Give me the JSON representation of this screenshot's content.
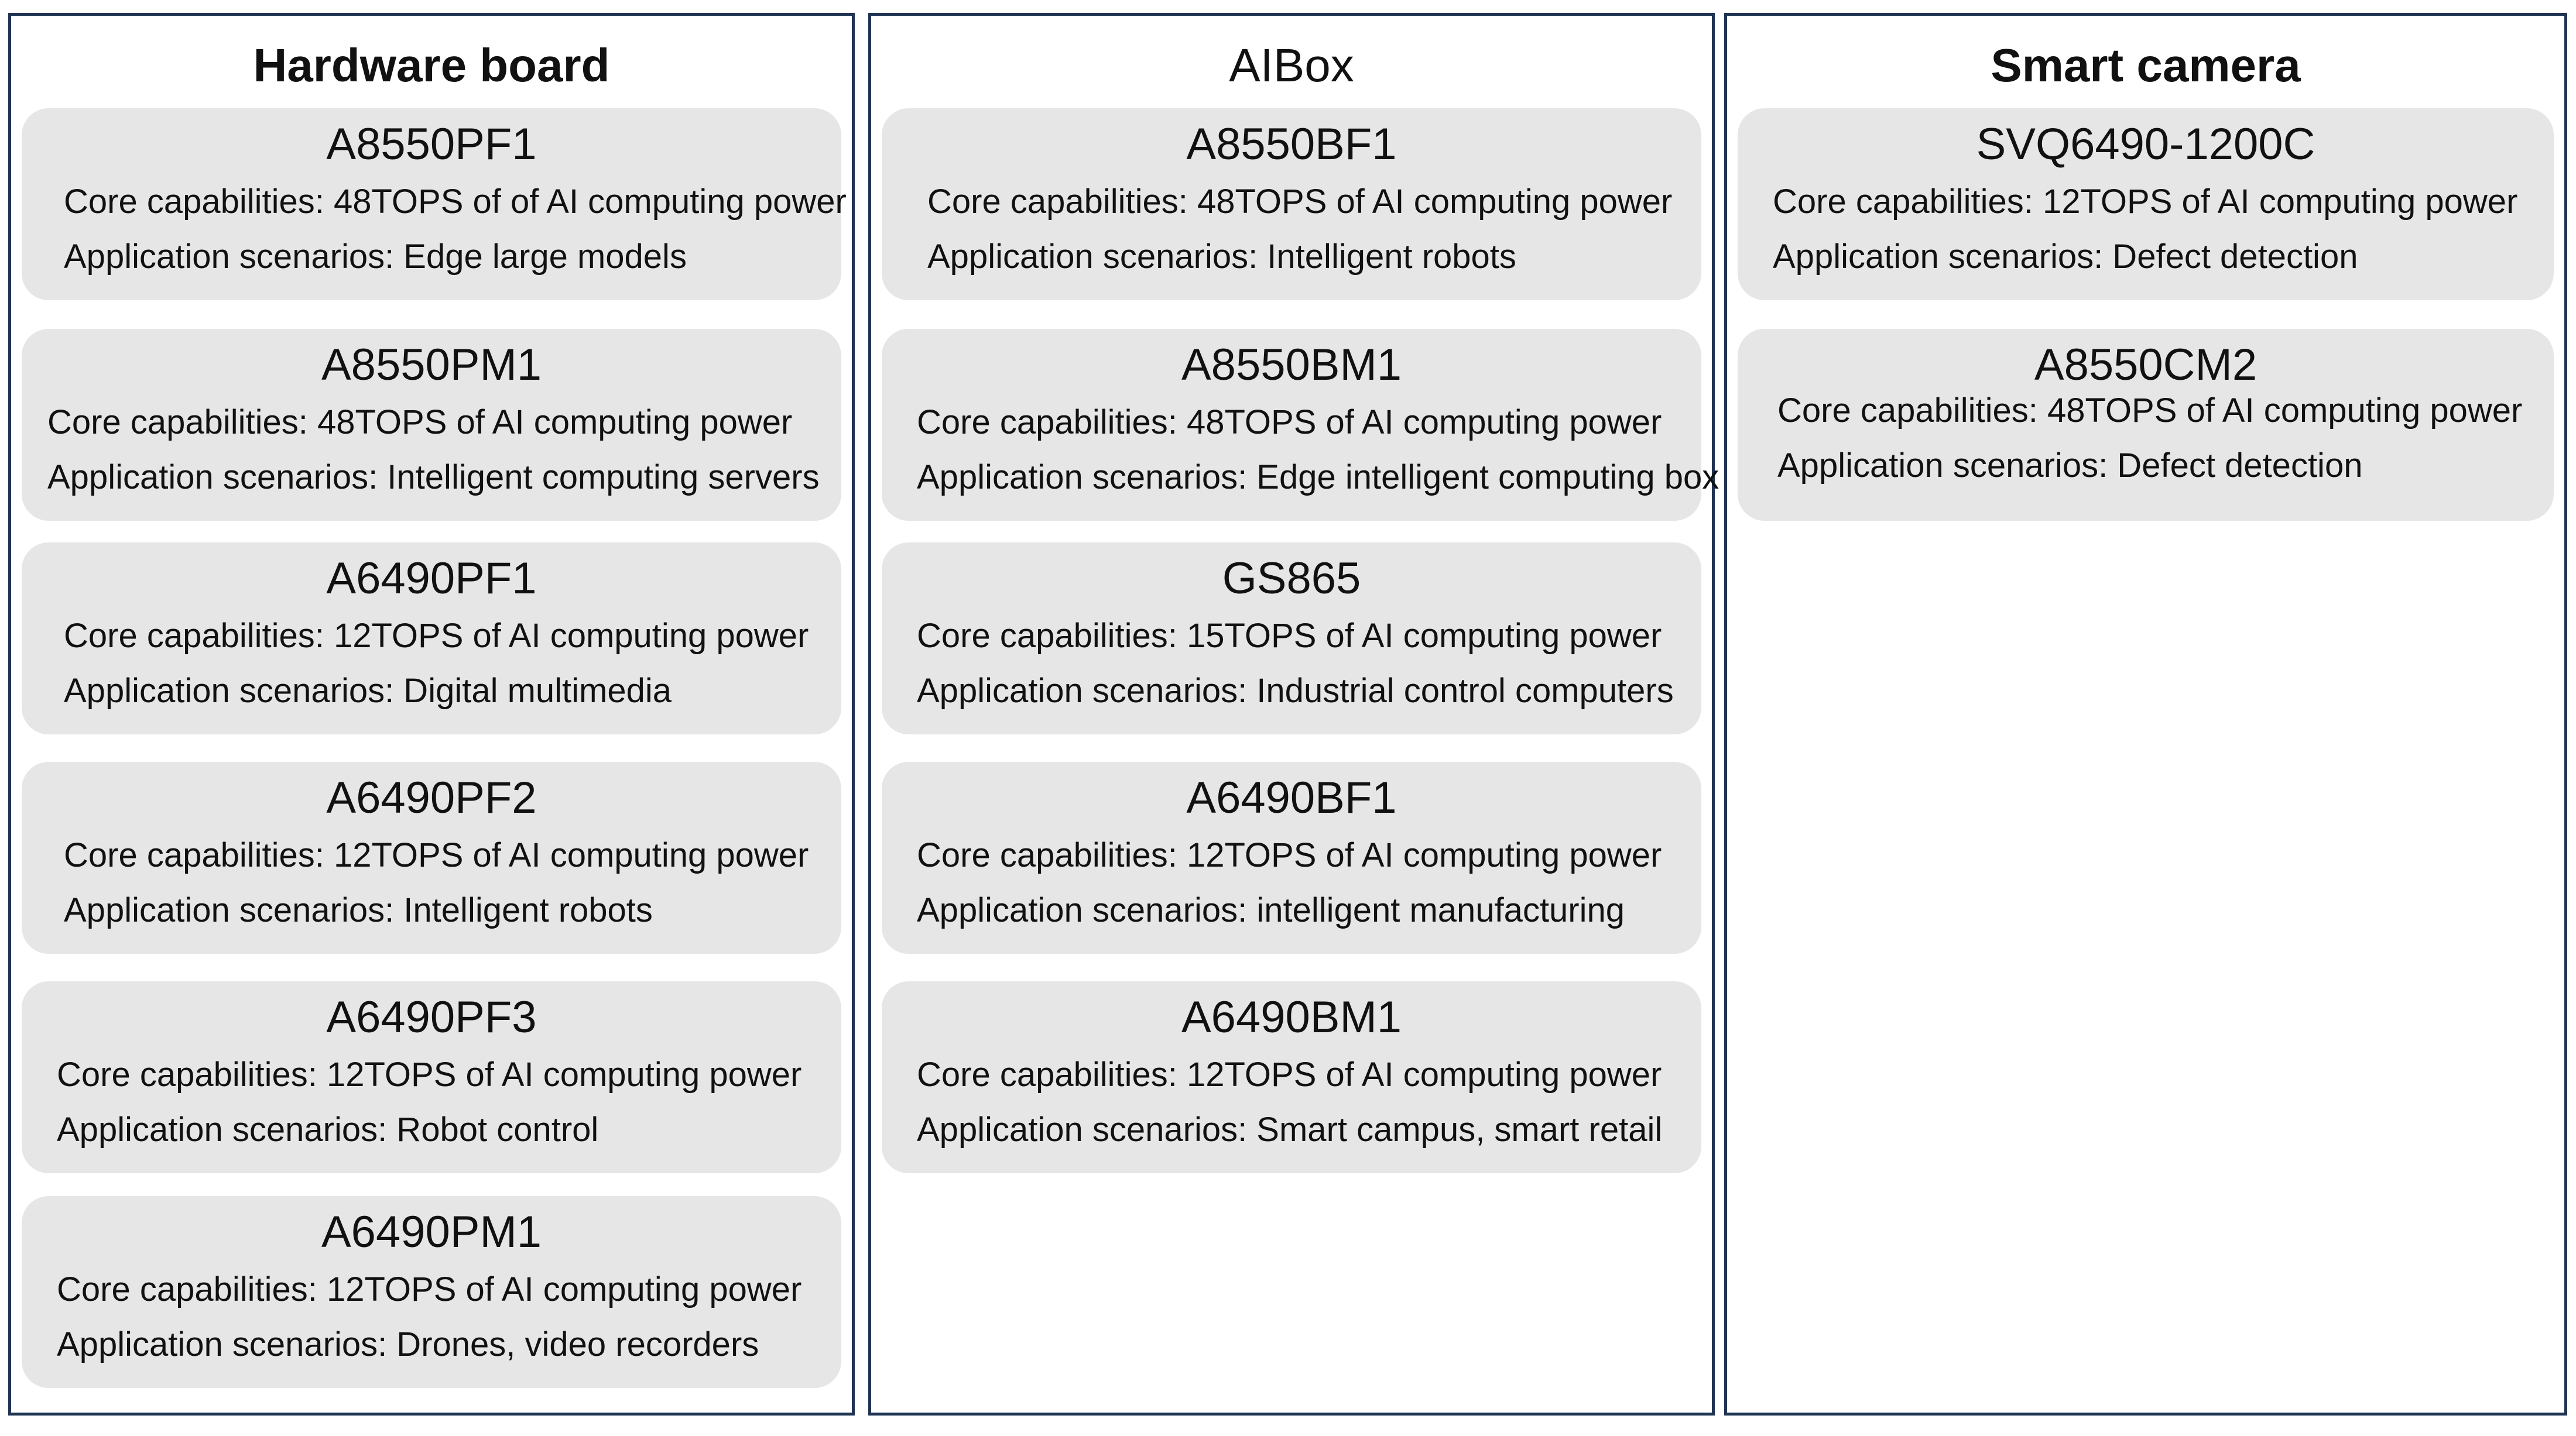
{
  "columns": [
    {
      "title": "Hardware board",
      "cards": [
        {
          "name": "A8550PF1",
          "core": "Core capabilities: 48TOPS of of AI computing power",
          "app": "Application scenarios: Edge large models"
        },
        {
          "name": "A8550PM1",
          "core": "Core capabilities: 48TOPS of AI computing power",
          "app": "Application scenarios: Intelligent computing servers"
        },
        {
          "name": "A6490PF1",
          "core": "Core capabilities: 12TOPS of AI computing power",
          "app": "Application scenarios: Digital multimedia"
        },
        {
          "name": "A6490PF2",
          "core": "Core capabilities: 12TOPS of AI computing power",
          "app": "Application scenarios: Intelligent robots"
        },
        {
          "name": "A6490PF3",
          "core": "Core capabilities: 12TOPS of AI computing power",
          "app": "Application scenarios: Robot control"
        },
        {
          "name": "A6490PM1",
          "core": "Core capabilities: 12TOPS of AI computing power",
          "app": "Application scenarios: Drones, video recorders"
        }
      ]
    },
    {
      "title": "AIBox",
      "cards": [
        {
          "name": "A8550BF1",
          "core": "Core capabilities: 48TOPS of AI computing power",
          "app": "Application scenarios: Intelligent robots"
        },
        {
          "name": "A8550BM1",
          "core": "Core capabilities: 48TOPS of AI computing power",
          "app": "Application scenarios: Edge intelligent computing box"
        },
        {
          "name": "GS865",
          "core": "Core capabilities: 15TOPS of AI computing power",
          "app": "Application scenarios: Industrial control computers"
        },
        {
          "name": "A6490BF1",
          "core": "Core capabilities: 12TOPS of AI computing power",
          "app": "Application scenarios:  intelligent manufacturing"
        },
        {
          "name": "A6490BM1",
          "core": "Core capabilities: 12TOPS of AI computing power",
          "app": "Application scenarios:  Smart campus, smart retail"
        }
      ]
    },
    {
      "title": "Smart camera",
      "cards": [
        {
          "name": "SVQ6490-1200C",
          "core": "Core capabilities: 12TOPS of AI computing power",
          "app": "Application scenarios: Defect detection"
        },
        {
          "name": "A8550CM2",
          "core": "Core capabilities: 48TOPS of AI computing power",
          "app": "Application scenarios: Defect detection"
        }
      ]
    }
  ]
}
